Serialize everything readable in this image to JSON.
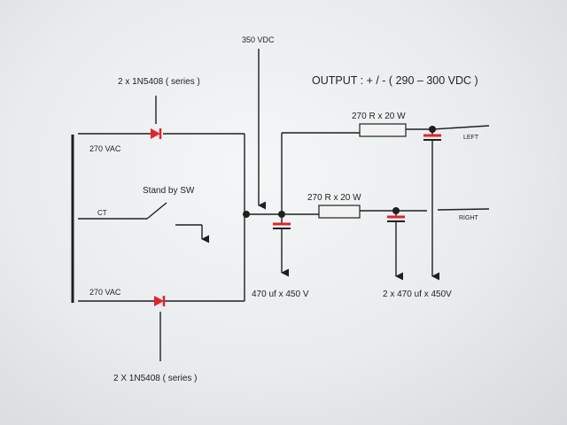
{
  "diagram": {
    "title": "OUTPUT : + / -  ( 290 – 300 VDC )",
    "labels": {
      "diode_top": "2 x 1N5408 ( series )",
      "diode_bottom": "2  X  1N5408 ( series )",
      "vdc_350": "350 VDC",
      "vac_top": "270 VAC",
      "vac_bottom": "270 VAC",
      "ct": "CT",
      "standby_sw": "Stand by SW",
      "resistor_left": "270 R x 20 W",
      "resistor_right": "270 R x 20 W",
      "out_left": "LEFT",
      "out_right": "RIGHT",
      "cap_first": "470 uf x 450 V",
      "cap_pair": "2 x  470 uf x 450V"
    },
    "colors": {
      "wire": "#1f1f1f",
      "diode": "#e0242c",
      "capacitor_plate": "#e0242c",
      "resistor_fill": "#f2f2f2"
    }
  }
}
